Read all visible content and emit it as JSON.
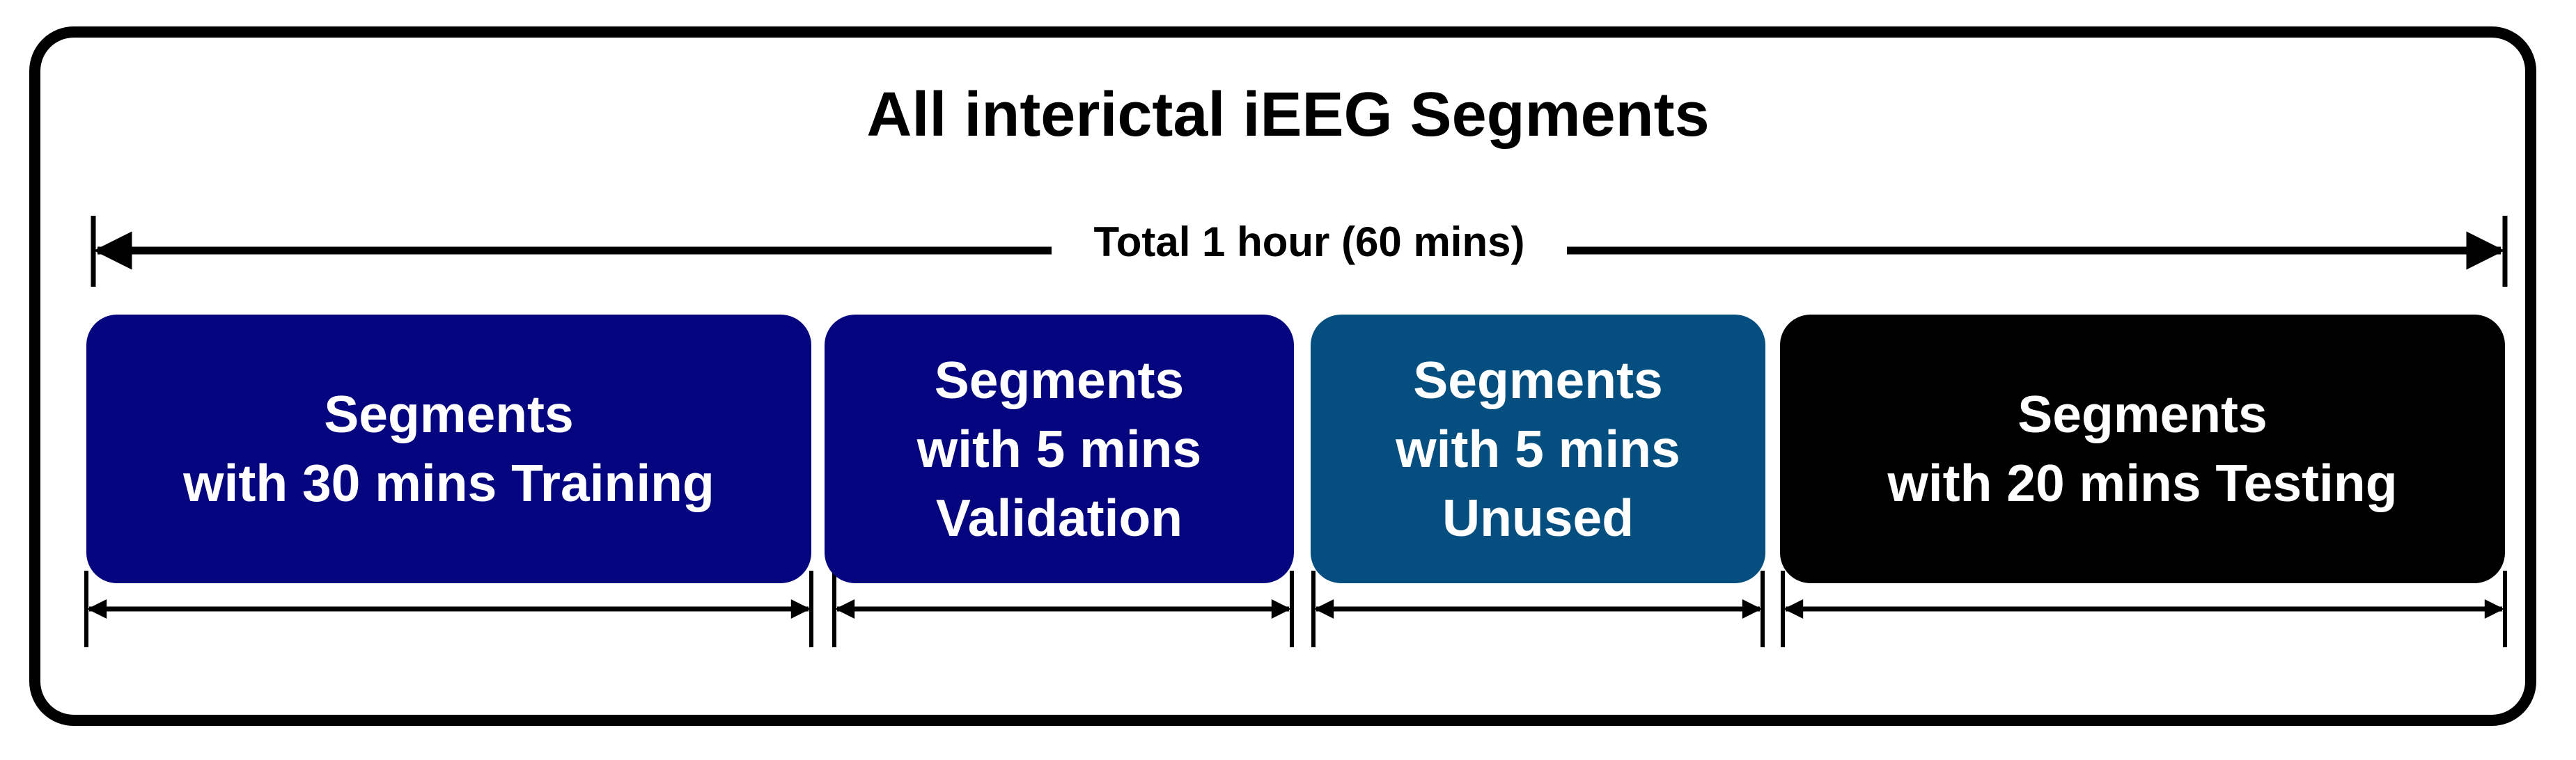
{
  "title": "All interictal iEEG Segments",
  "total_label": "Total 1 hour (60 mins)",
  "colors": {
    "training": "#05057f",
    "validation": "#05057f",
    "unused": "#044f80",
    "testing": "#000000"
  },
  "segments": [
    {
      "key": "training",
      "lines": [
        "Segments",
        "with 30 mins Training"
      ],
      "minutes": 30
    },
    {
      "key": "validation",
      "lines": [
        "Segments",
        "with 5 mins",
        "Validation"
      ],
      "minutes": 5
    },
    {
      "key": "unused",
      "lines": [
        "Segments",
        "with 5 mins",
        "Unused"
      ],
      "minutes": 5
    },
    {
      "key": "testing",
      "lines": [
        "Segments",
        "with 20 mins Testing"
      ],
      "minutes": 20
    }
  ]
}
